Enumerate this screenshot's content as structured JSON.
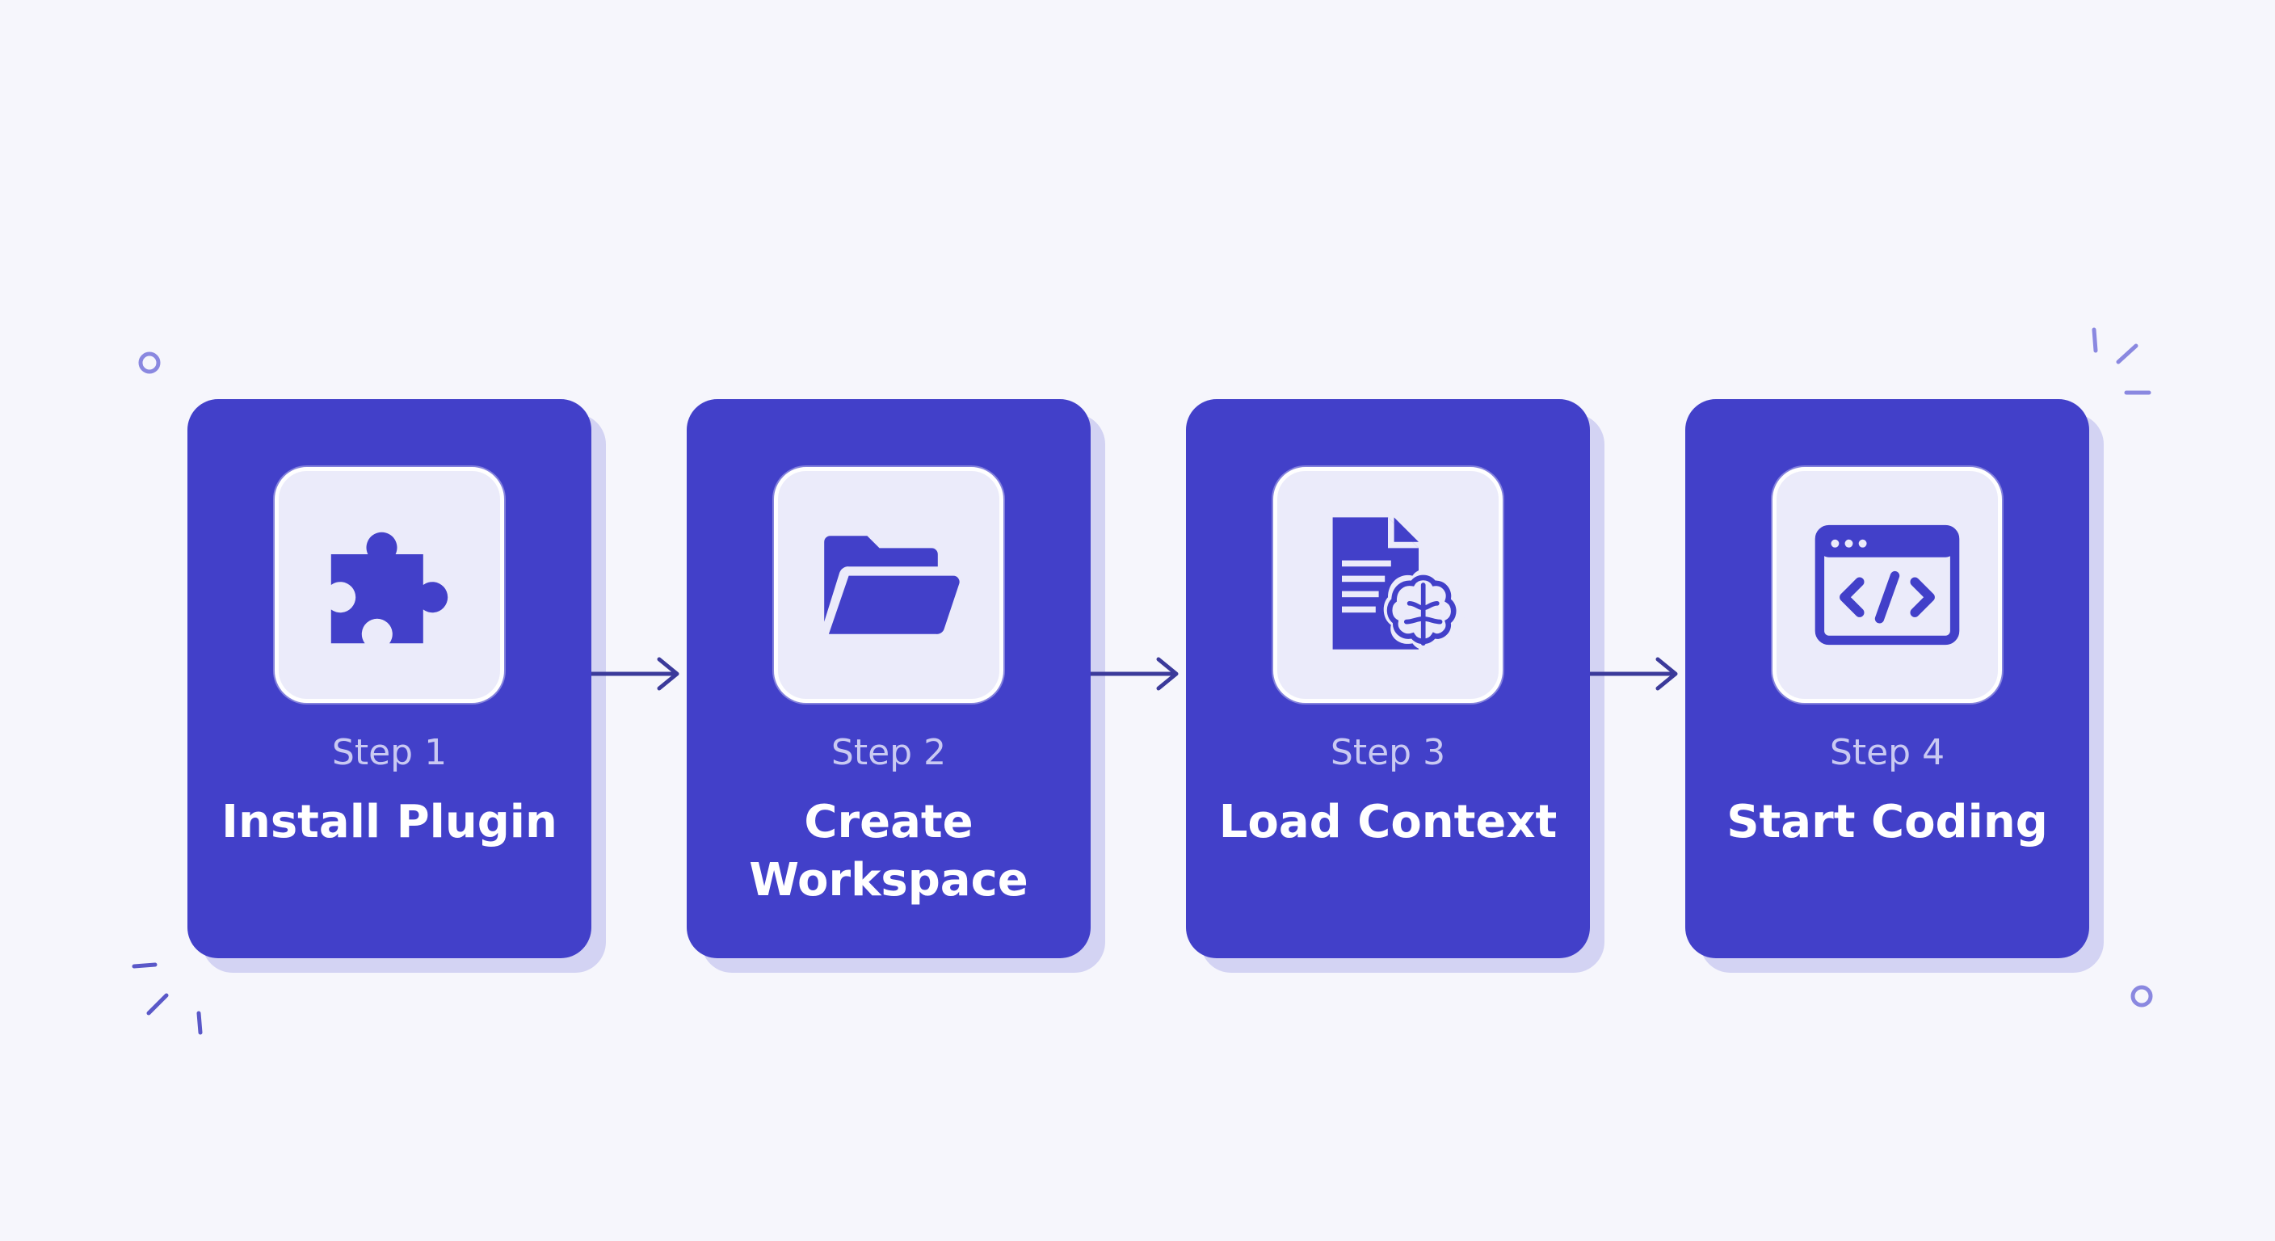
{
  "colors": {
    "background": "#f6f6fc",
    "card": "#4240c9",
    "card_shadow": "#d3d3f3",
    "icon_tile": "#ebebfa",
    "step_label": "#c9c9f2",
    "title": "#ffffff",
    "arrow": "#3b3a9a",
    "decoration": "#8a88e0"
  },
  "steps": [
    {
      "step": "Step 1",
      "title": "Install Plugin",
      "icon": "puzzle-piece-icon"
    },
    {
      "step": "Step 2",
      "title": "Create\nWorkspace",
      "icon": "open-folder-icon"
    },
    {
      "step": "Step 3",
      "title": "Load Context",
      "icon": "document-brain-icon"
    },
    {
      "step": "Step 4",
      "title": "Start Coding",
      "icon": "code-window-icon"
    }
  ]
}
